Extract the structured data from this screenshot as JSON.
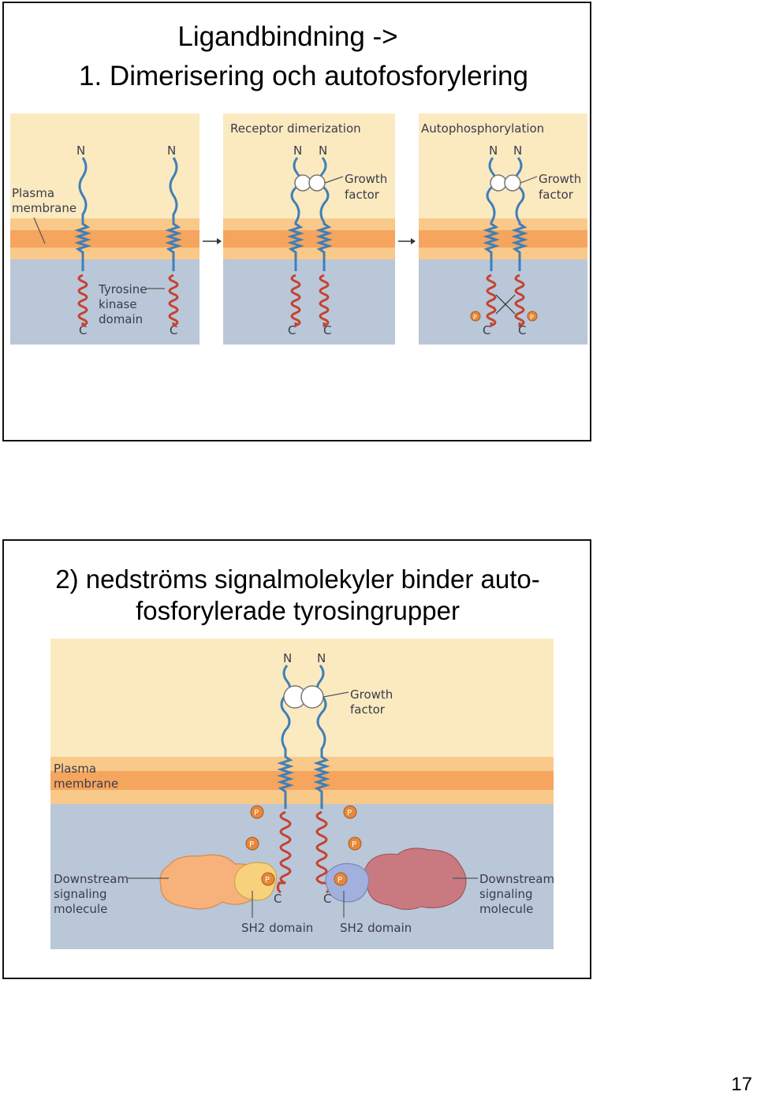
{
  "slide1": {
    "title_line1": "Ligandbindning ->",
    "title_line2": "1. Dimerisering och autofosforylering",
    "panel1": {
      "n_labels": [
        "N",
        "N"
      ],
      "c_labels": [
        "C",
        "C"
      ],
      "plasma_membrane_line1": "Plasma",
      "plasma_membrane_line2": "membrane",
      "tk_line1": "Tyrosine",
      "tk_line2": "kinase",
      "tk_line3": "domain"
    },
    "panel2": {
      "heading": "Receptor dimerization",
      "n_labels": [
        "N",
        "N"
      ],
      "c_labels": [
        "C",
        "C"
      ],
      "gf_line1": "Growth",
      "gf_line2": "factor"
    },
    "panel3": {
      "heading": "Autophosphorylation",
      "n_labels": [
        "N",
        "N"
      ],
      "c_labels": [
        "C",
        "C"
      ],
      "gf_line1": "Growth",
      "gf_line2": "factor",
      "p_label": "P"
    }
  },
  "slide2": {
    "title_line1": "2) nedströms signalmolekyler binder auto-",
    "title_line2": "fosforylerade tyrosingrupper",
    "figure": {
      "n_labels": [
        "N",
        "N"
      ],
      "c_labels": [
        "C",
        "C"
      ],
      "gf_line1": "Growth",
      "gf_line2": "factor",
      "pm_line1": "Plasma",
      "pm_line2": "membrane",
      "ds_left_line1": "Downstream",
      "ds_left_line2": "signaling",
      "ds_left_line3": "molecule",
      "ds_right_line1": "Downstream",
      "ds_right_line2": "signaling",
      "ds_right_line3": "molecule",
      "sh2_left": "SH2 domain",
      "sh2_right": "SH2 domain",
      "p_label": "P"
    }
  },
  "page_number": "17",
  "colors": {
    "outside": "#fbeac0",
    "membrane_outer": "#f9c98a",
    "membrane_core": "#f5a55e",
    "cytoplasm": "#b9c7d9",
    "receptor_blue": "#3f7fb8",
    "kinase_red": "#c5422e",
    "phosphate": "#e7883a",
    "ds_left": "#f6b27a",
    "ds_right": "#c97a80",
    "sh2_left": "#f7d17c",
    "sh2_right": "#a2b0de"
  }
}
